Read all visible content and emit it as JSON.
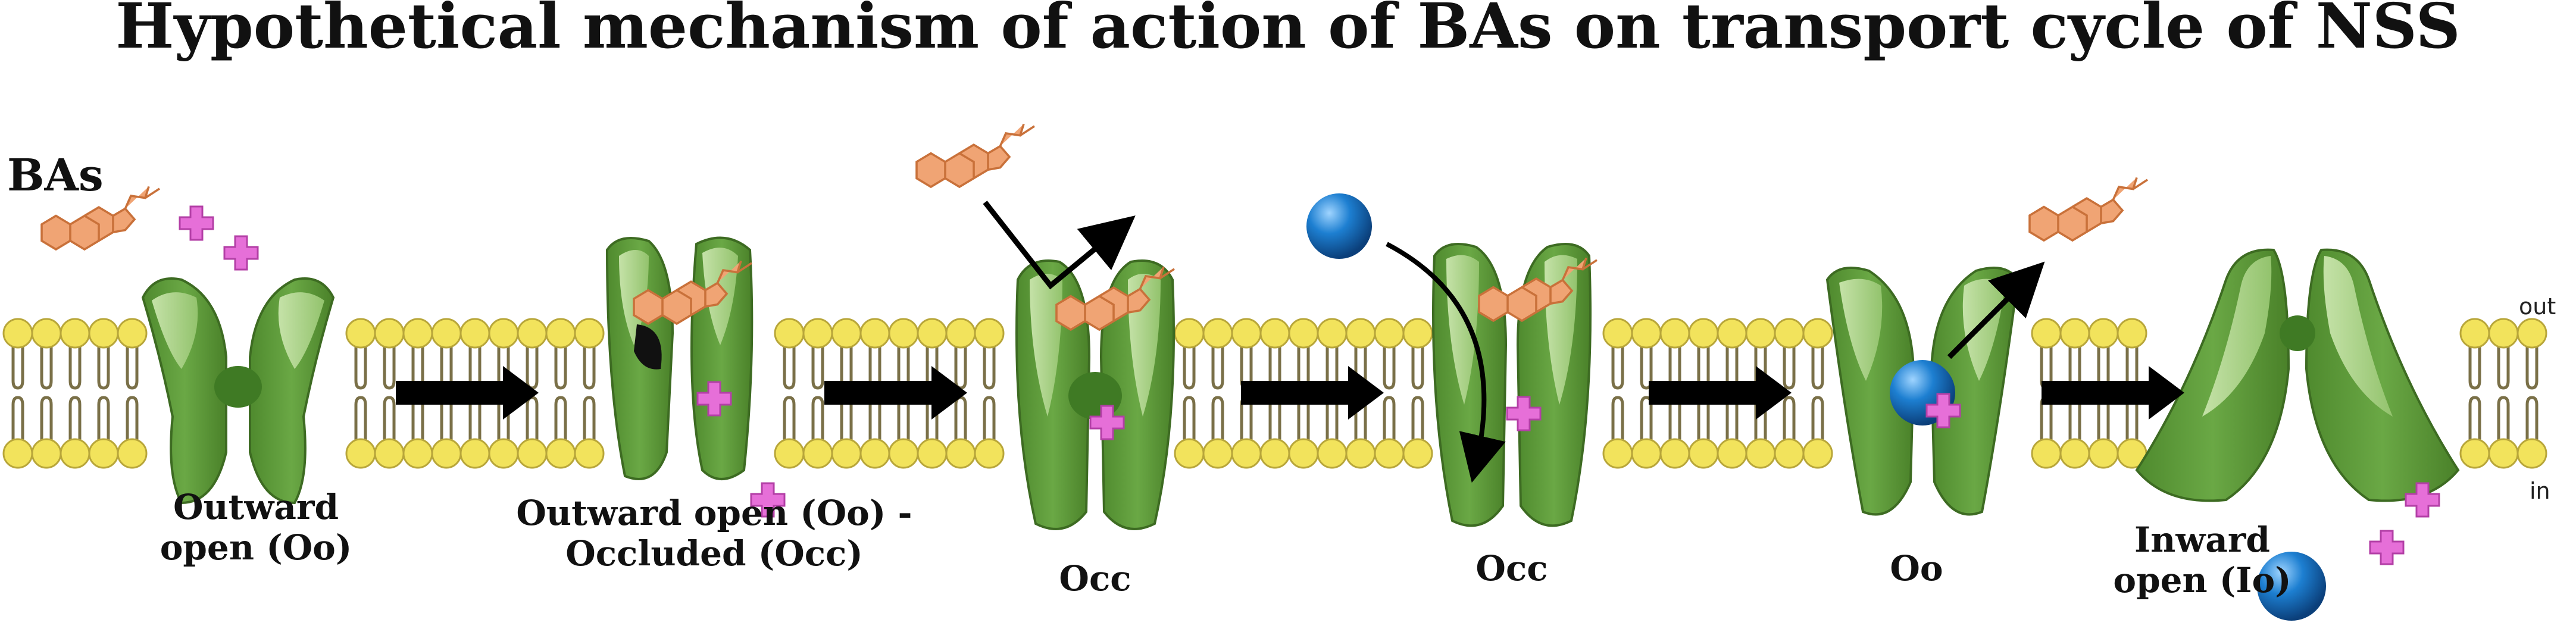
{
  "title": "Hypothetical mechanism of action of BAs on transport cycle of NSS",
  "bas_label": "BAs",
  "side_labels": {
    "out": "out",
    "in": "in"
  },
  "states": [
    {
      "lines": [
        "Outward",
        "open (Oo)"
      ]
    },
    {
      "lines": [
        "Outward open (Oo) -",
        "Occluded (Occ)"
      ]
    },
    {
      "lines": [
        "Occ"
      ]
    },
    {
      "lines": [
        "Occ"
      ]
    },
    {
      "lines": [
        "Oo"
      ]
    },
    {
      "lines": [
        "Inward",
        "open (Io)"
      ]
    }
  ],
  "colors": {
    "membrane_head": "#f2e35c",
    "membrane_tail": "#7a7048",
    "protein_dark": "#5f9a3a",
    "protein_light": "#a9cf86",
    "ligand": "#f0a474",
    "ion": "#e66fd8",
    "substrate": "#1d7fd1",
    "arrow": "#000000"
  },
  "icons": [
    "bile-acid-molecule",
    "sodium-ion-plus",
    "substrate-sphere",
    "transporter-protein",
    "reaction-arrow"
  ]
}
